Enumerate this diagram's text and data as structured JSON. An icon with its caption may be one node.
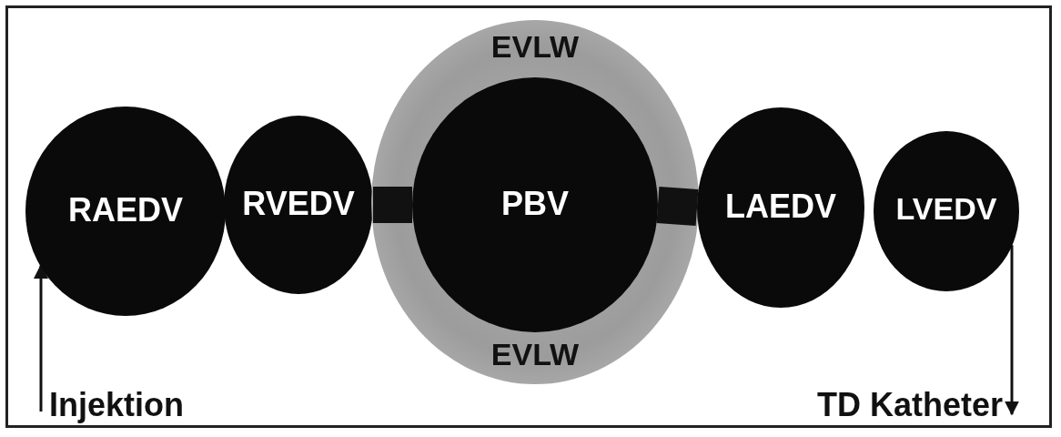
{
  "diagram": {
    "nodes": [
      {
        "text": [
          "RAEDV"
        ]
      },
      {
        "text": [
          "RVEDV"
        ]
      },
      {
        "text": [
          "EVLW",
          "EVLW"
        ]
      },
      {
        "text": [
          "PBV"
        ],
        "in": 2
      },
      {
        "text": [
          "LAEDV"
        ]
      },
      {
        "text": [
          "LVEDV"
        ]
      },
      {
        "text": [
          "Injektion"
        ]
      },
      {
        "text": [
          "TD Katheter"
        ]
      }
    ],
    "edges": [
      {
        "from": 1,
        "to": 3,
        "arrow": "none",
        "style": "thick"
      },
      {
        "from": 3,
        "to": 4,
        "arrow": "none",
        "style": "thick"
      },
      {
        "from": 6,
        "to": 0,
        "arrow": "to"
      },
      {
        "from": 5,
        "to": 7,
        "arrow": "to"
      }
    ]
  }
}
